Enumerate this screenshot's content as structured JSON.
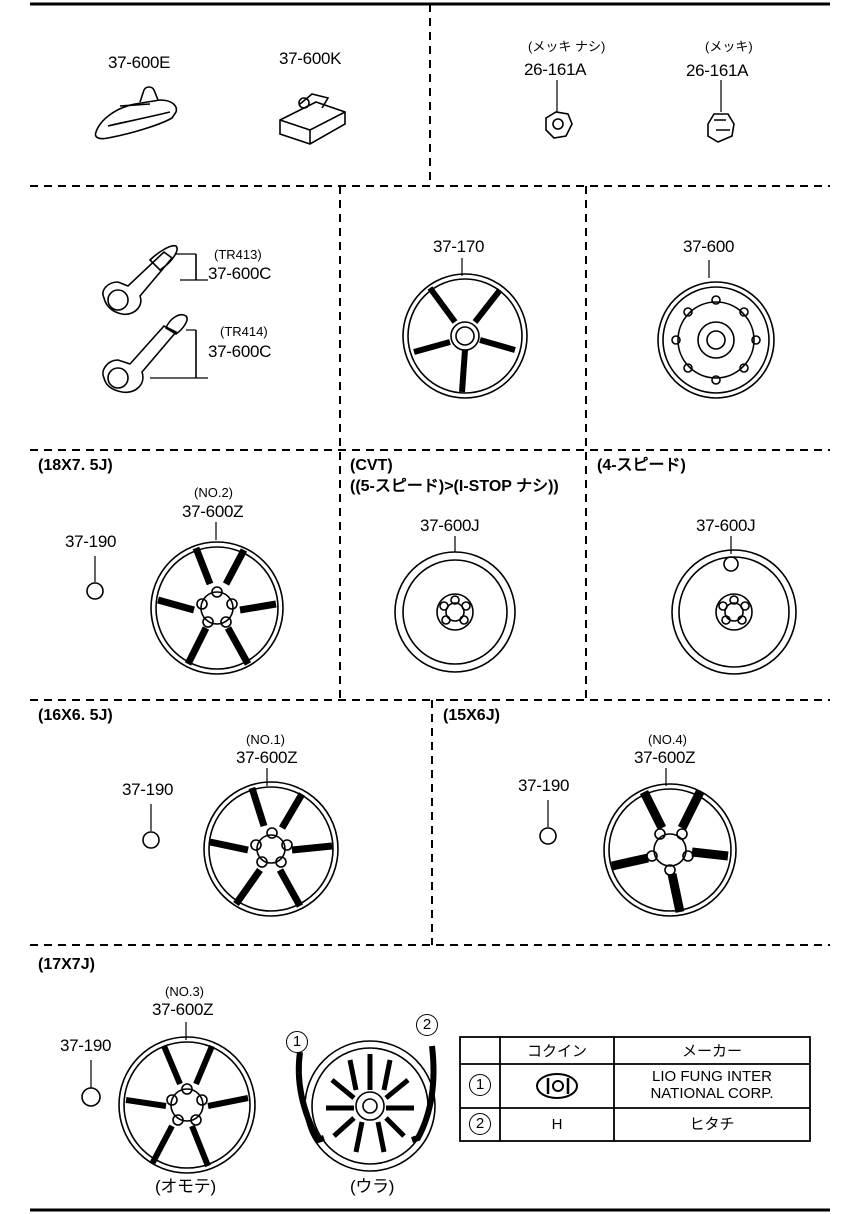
{
  "parts": {
    "p1": "37-600E",
    "p2": "37-600K",
    "p3_note": "(メッキ ナシ)",
    "p3": "26-161A",
    "p4_note": "(メッキ)",
    "p4": "26-161A",
    "p5_note": "(TR413)",
    "p5": "37-600C",
    "p6_note": "(TR414)",
    "p6": "37-600C",
    "p7": "37-170",
    "p8": "37-600",
    "p9_size": "(18X7. 5J)",
    "p9_cap": "37-190",
    "p9_no": "(NO.2)",
    "p9": "37-600Z",
    "p10_cond1": "(CVT)",
    "p10_cond2": "((5-スピード)>(I-STOP ナシ))",
    "p10": "37-600J",
    "p11_cond": "(4-スピード)",
    "p11": "37-600J",
    "p12_size": "(16X6. 5J)",
    "p12_cap": "37-190",
    "p12_no": "(NO.1)",
    "p12": "37-600Z",
    "p13_size": "(15X6J)",
    "p13_cap": "37-190",
    "p13_no": "(NO.4)",
    "p13": "37-600Z",
    "p14_size": "(17X7J)",
    "p14_cap": "37-190",
    "p14_no": "(NO.3)",
    "p14": "37-600Z",
    "front": "(オモテ)",
    "back": "(ウラ)"
  },
  "table": {
    "col_mark": "コクイン",
    "col_maker": "メーカー",
    "rows": [
      {
        "num": "1",
        "mark": "LFG",
        "maker_line1": "LIO FUNG INTER",
        "maker_line2": "NATIONAL CORP."
      },
      {
        "num": "2",
        "mark": "H",
        "maker_line1": "ヒタチ",
        "maker_line2": ""
      }
    ]
  }
}
